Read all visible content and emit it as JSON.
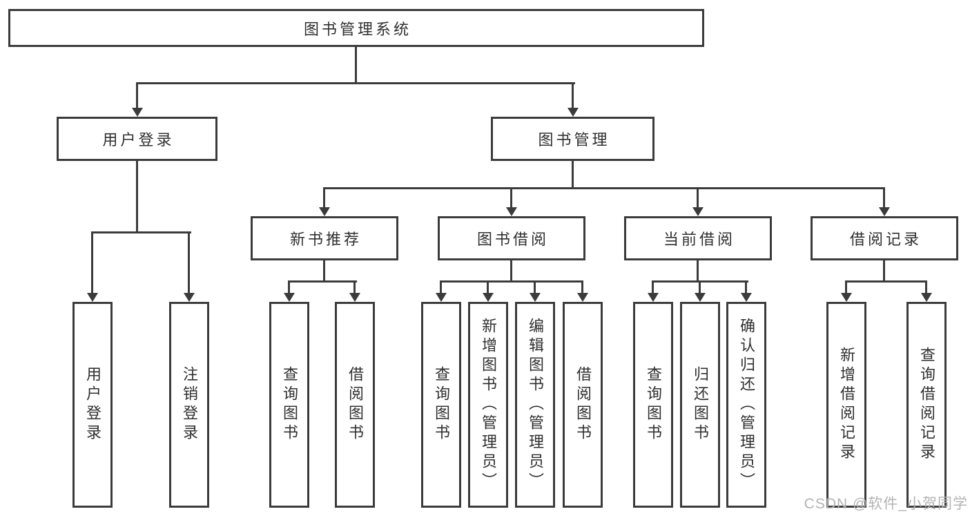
{
  "diagram_title": "图书管理系统",
  "tree": {
    "root": {
      "label": "图书管理系统"
    },
    "branches": [
      {
        "label": "用户登录",
        "children": [
          {
            "label": "用户登录"
          },
          {
            "label": "注销登录"
          }
        ]
      },
      {
        "label": "图书管理",
        "children": [
          {
            "label": "新书推荐",
            "children": [
              {
                "label": "查询图书"
              },
              {
                "label": "借阅图书"
              }
            ]
          },
          {
            "label": "图书借阅",
            "children": [
              {
                "label": "查询图书"
              },
              {
                "label": "新增图书（管理员）"
              },
              {
                "label": "编辑图书（管理员）"
              },
              {
                "label": "借阅图书"
              }
            ]
          },
          {
            "label": "当前借阅",
            "children": [
              {
                "label": "查询图书"
              },
              {
                "label": "归还图书"
              },
              {
                "label": "确认归还（管理员）"
              }
            ]
          },
          {
            "label": "借阅记录",
            "children": [
              {
                "label": "新增借阅记录"
              },
              {
                "label": "查询借阅记录"
              }
            ]
          }
        ]
      }
    ]
  },
  "watermark": {
    "text": "CSDN @软件_小贺同学"
  },
  "colors": {
    "line": "#3b3b3b",
    "text": "#2f2f2f",
    "watermark": "#b3b3b3",
    "background": "#ffffff"
  }
}
